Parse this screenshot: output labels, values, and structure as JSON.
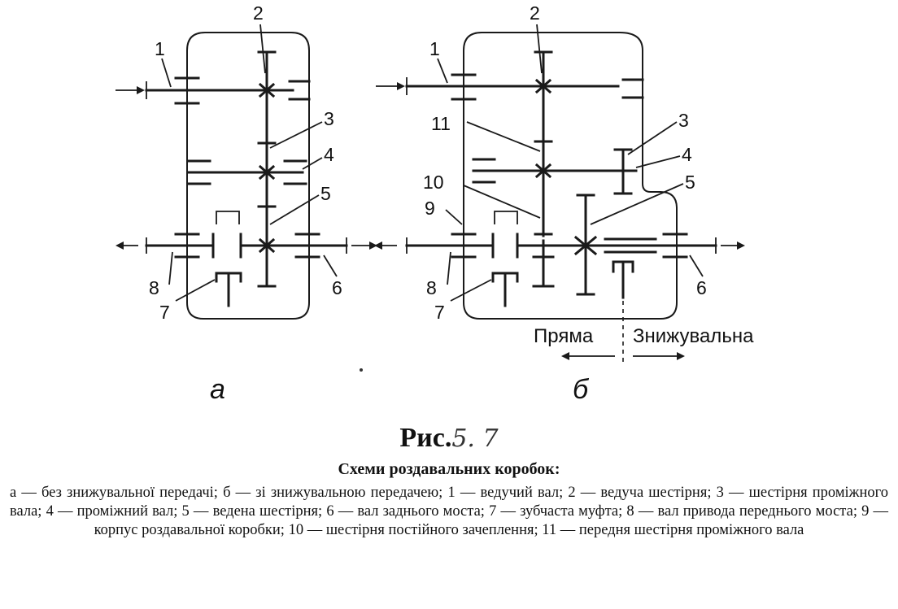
{
  "header_fragment": "",
  "diagram_a": {
    "sublabel": "а",
    "labels": [
      "1",
      "2",
      "3",
      "4",
      "5",
      "6",
      "7",
      "8"
    ]
  },
  "diagram_b": {
    "sublabel": "б",
    "labels": [
      "1",
      "2",
      "11",
      "3",
      "4",
      "10",
      "5",
      "9",
      "8",
      "7",
      "6"
    ],
    "direction_left": "Пряма",
    "direction_right": "Знижувальна"
  },
  "figure": {
    "title": "Рис.",
    "number": "5. 7",
    "heading": "Схеми роздавальних коробок:",
    "legend": [
      "а — без знижувальної передачі;",
      "б — зі знижувальною передачею;",
      "1 — ведучий вал;",
      "2 — ведуча шестірня;",
      "3 — шестірня проміжного вала;",
      "4 — проміжний вал;",
      "5 — ведена шестірня;",
      "6 — вал заднього моста;",
      "7 — зубчаста муфта;",
      "8 — вал привода переднього моста;",
      "9 — корпус роздавальної коробки;",
      "10 — шестірня постійного зачеплення;",
      "11 — передня шестірня проміжного вала"
    ]
  }
}
